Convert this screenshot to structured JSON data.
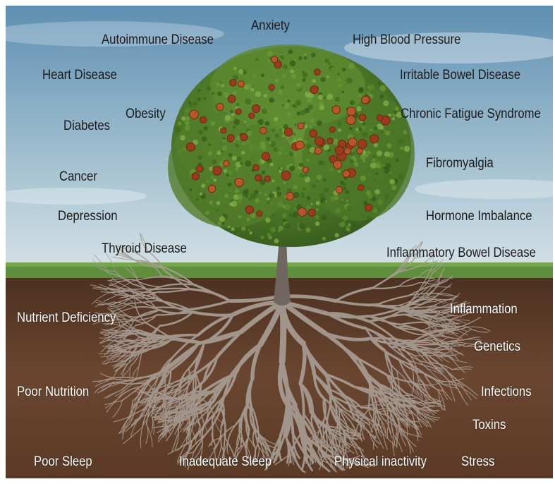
{
  "diseases": [
    "Anxiety",
    "Autoimmune Disease",
    "High Blood Pressure",
    "Heart Disease",
    "Irritable Bowel Disease",
    "Obesity",
    "Diabetes",
    "Chronic Fatigue Syndrome",
    "Fibromyalgia",
    "Cancer",
    "Depression",
    "Hormone Imbalance",
    "Thyroid Disease",
    "Inflammatory Bowel Disease"
  ],
  "root_causes": [
    "Nutrient Deficiency",
    "Inflammation",
    "Genetics",
    "Poor Nutrition",
    "Infections",
    "Toxins",
    "Poor Sleep",
    "Inadequate Sleep",
    "Physical inactivity",
    "Stress"
  ],
  "colors": {
    "sky_top": "#5e8fb2",
    "sky_bottom": "#d3e0e6",
    "grass": "#5f8f3c",
    "soil": "#5a3a22",
    "trunk": "#6f675f",
    "roots": "#a79d94",
    "foliage": "#4f7a2a",
    "fruit": "#9b3a1c"
  }
}
